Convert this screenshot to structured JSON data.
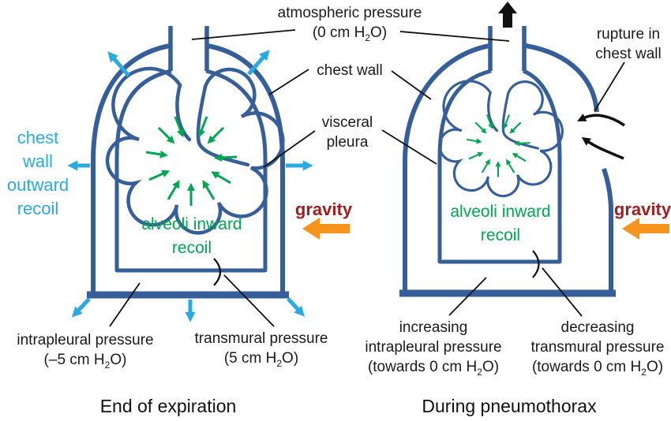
{
  "figure": {
    "type": "physiology-diagram",
    "subject": "pleural pressures at end of expiration vs during pneumothorax"
  },
  "colors": {
    "wall_blue": "#365f9a",
    "cyan_arrow": "#29abe2",
    "green_recoil": "#00a651",
    "orange_gravity": "#f7941e",
    "dark_red_text": "#a01d20",
    "black": "#1a1a1a"
  },
  "icons": {
    "outward_recoil_arrows": "cyan arrows pointing out of chest wall",
    "inward_recoil_arrows": "green arrows pointing into alveoli",
    "gravity_arrow": "orange block arrow pointing left",
    "air_escape_arrow": "black block arrow pointing up",
    "air_inflow_arrows": "black curved arrows at rupture"
  },
  "top_labels": {
    "atmospheric_pressure": {
      "line1": "atmospheric pressure",
      "value_pre": "(0 cm H",
      "value_sub": "2",
      "value_post": "O)"
    },
    "chest_wall": "chest wall",
    "visceral_pleura": {
      "line1": "visceral",
      "line2": "pleura"
    }
  },
  "left_panel": {
    "chest_wall_outward_recoil": {
      "line1": "chest",
      "line2": "wall",
      "line3": "outward",
      "line4": "recoil"
    },
    "alveoli_inward_recoil": {
      "line1": "alveoli inward",
      "line2": "recoil"
    },
    "gravity": "gravity",
    "intrapleural_pressure": {
      "line1": "intrapleural pressure",
      "value_pre": "(–5 cm H",
      "value_sub": "2",
      "value_post": "O)"
    },
    "transmural_pressure": {
      "line1": "transmural pressure",
      "value_pre": "(5 cm H",
      "value_sub": "2",
      "value_post": "O)"
    },
    "caption": "End of expiration"
  },
  "right_panel": {
    "rupture": {
      "line1": "rupture in",
      "line2": "chest wall"
    },
    "alveoli_inward_recoil": {
      "line1": "alveoli inward",
      "line2": "recoil"
    },
    "gravity": "gravity",
    "increasing_intrapleural": {
      "line1": "increasing",
      "line2": "intrapleural pressure",
      "value_pre": "(towards 0 cm H",
      "value_sub": "2",
      "value_post": "O)"
    },
    "decreasing_transmural": {
      "line1": "decreasing",
      "line2": "transmural pressure",
      "value_pre": "(towards 0 cm H",
      "value_sub": "2",
      "value_post": "O)"
    },
    "caption": "During pneumothorax"
  }
}
